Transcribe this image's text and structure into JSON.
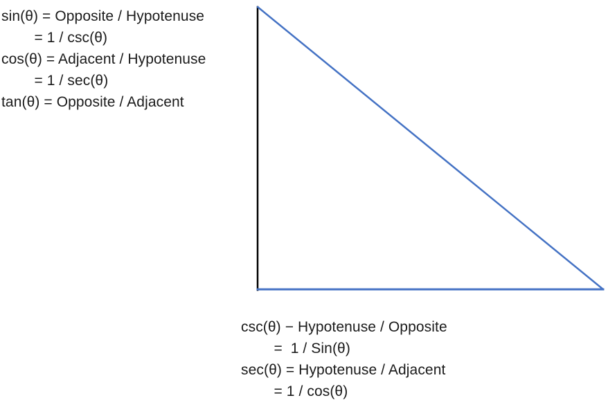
{
  "top_formulas": {
    "line1": "sin(θ) = Opposite / Hypotenuse",
    "line2": "        = 1 / csc(θ)",
    "line3": "cos(θ) = Adjacent / Hypotenuse",
    "line4": "        = 1 / sec(θ)",
    "line5": "tan(θ) = Opposite / Adjacent"
  },
  "bottom_formulas": {
    "line1": "csc(θ) − Hypotenuse / Opposite",
    "line2": "        =  1 / Sin(θ)",
    "line3": "sec(θ) = Hypotenuse / Adjacent",
    "line4": "        = 1 / cos(θ)"
  },
  "colors": {
    "vertical_leg": "#000000",
    "hypotenuse": "#4472c4",
    "base": "#4472c4",
    "text": "#1a1a1a"
  }
}
